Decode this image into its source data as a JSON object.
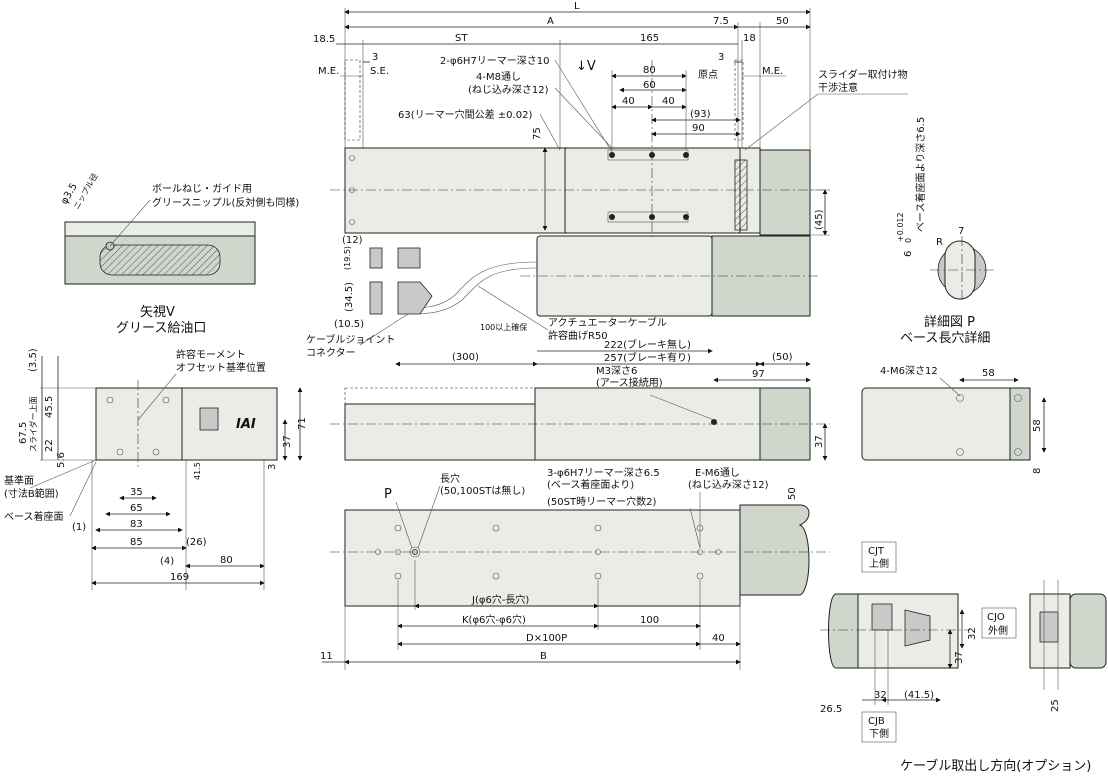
{
  "top_dims": {
    "L": "L",
    "A": "A",
    "d7_5": "7.5",
    "d50": "50",
    "d18_5": "18.5",
    "ST": "ST",
    "d165": "165",
    "d18": "18",
    "d3a": "3",
    "d3b": "3",
    "ME_left": "M.E.",
    "SE": "S.E.",
    "ME_right": "M.E.",
    "origin": "原点",
    "arrowV": "↓V",
    "d80": "80",
    "d60": "60",
    "d40a": "40",
    "d40b": "40",
    "d93": "(93)",
    "d90": "90",
    "d75": "75",
    "d45": "(45)",
    "d12": "(12)",
    "d19_5": "(19.5)",
    "d34_5": "(34.5)",
    "d10_5": "(10.5)",
    "d300": "(300)",
    "d50p": "(50)"
  },
  "top_notes": {
    "reamer": "2-φ6H7リーマー深さ10",
    "m8": "4-M8通し",
    "m8b": "(ねじ込み深さ12)",
    "reamer_tol": "63(リーマー穴間公差 ±0.02)",
    "slider_a": "スライダー取付け物",
    "slider_b": "干渉注意",
    "cable_a": "アクチュエーターケーブル",
    "cable_b": "許容曲げR50",
    "min100": "100以上確保",
    "joint_a": "ケーブルジョイント",
    "joint_b": "コネクター",
    "len222": "222(ブレーキ無し)",
    "len257": "257(ブレーキ有り)"
  },
  "view_v": {
    "title": "矢視V",
    "subtitle": "グリース給油口",
    "nipple": "φ3.5",
    "nipple_b": "ニップル径",
    "note_a": "ボールねじ・ガイド用",
    "note_b": "グリースニップル(反対側も同様)"
  },
  "detail_p": {
    "title": "詳細図 P",
    "subtitle": "ベース長穴詳細",
    "depth": "ベース着座面より深さ6.5",
    "width": "6",
    "tol": "+0.012",
    "tol0": "0",
    "r": "R",
    "seven": "7"
  },
  "end_view": {
    "moment_a": "許容モーメント",
    "moment_b": "オフセット基準位置",
    "d3_5": "(3.5)",
    "d45_5": "45.5",
    "d67_5": "67.5",
    "slider_top": "スライダー上面",
    "d22": "22",
    "d5_6": "5.6",
    "d71": "71",
    "d37": "37",
    "d3": "3",
    "d41_5": "41.5",
    "ref_a": "基準面",
    "ref_b": "(寸法B範囲)",
    "seat": "ベース着座面",
    "d1": "(1)",
    "d35": "35",
    "d65": "65",
    "d83": "83",
    "d85": "85",
    "d4": "(4)",
    "d26": "(26)",
    "d80": "80",
    "d169": "169",
    "logo": "IAI"
  },
  "side_view": {
    "m3a": "M3深さ6",
    "m3b": "(アース接続用)",
    "d97": "97",
    "d37": "37"
  },
  "bottom_view": {
    "P": "P",
    "slot_a": "長穴",
    "slot_b": "(50,100STは無し)",
    "reamer3": "3-φ6H7リーマー深さ6.5",
    "reamer3b": "(ベース着座面より)",
    "reamer50": "(50ST時リーマー穴数2)",
    "em6": "E-M6通し",
    "em6b": "(ねじ込み深さ12)",
    "d50": "50",
    "J": "J(φ6穴-長穴)",
    "K": "K(φ6穴-φ6穴)",
    "d100": "100",
    "DP": "D×100P",
    "d40": "40",
    "B": "B",
    "d11": "11"
  },
  "right_view": {
    "m6": "4-M6深さ12",
    "d58a": "58",
    "d58b": "58",
    "d8": "8"
  },
  "cable_option": {
    "cjt": "CJT",
    "cjt_b": "上側",
    "cjo": "CJO",
    "cjo_b": "外側",
    "cjb": "CJB",
    "cjb_b": "下側",
    "d26_5": "26.5",
    "d32": "32",
    "d32b": "32",
    "d41_5": "(41.5)",
    "d37": "37",
    "d25": "25",
    "caption": "ケーブル取出し方向(オプション)"
  }
}
